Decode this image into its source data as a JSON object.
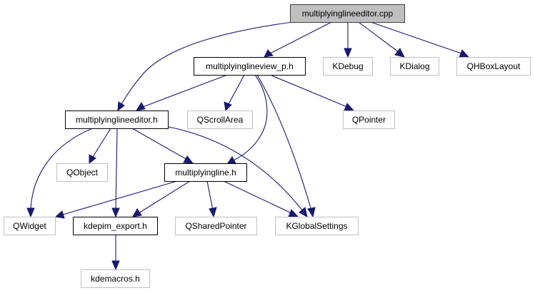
{
  "diagram": {
    "type": "include-dependency-graph",
    "colors": {
      "edge": "#191970",
      "root_fill": "#bfbfbf",
      "external_border": "#bfbfbf",
      "local_border": "#000000"
    },
    "nodes": {
      "root": {
        "label": "multiplyinglineeditor.cpp",
        "kind": "root"
      },
      "view_p": {
        "label": "multiplyinglineview_p.h",
        "kind": "local"
      },
      "kdebug": {
        "label": "KDebug",
        "kind": "external"
      },
      "kdialog": {
        "label": "KDialog",
        "kind": "external"
      },
      "qhbox": {
        "label": "QHBoxLayout",
        "kind": "external"
      },
      "editor_h": {
        "label": "multiplyinglineeditor.h",
        "kind": "local"
      },
      "qscroll": {
        "label": "QScrollArea",
        "kind": "external"
      },
      "qpointer": {
        "label": "QPointer",
        "kind": "external"
      },
      "qobject": {
        "label": "QObject",
        "kind": "external"
      },
      "line_h": {
        "label": "multiplyingline.h",
        "kind": "local"
      },
      "qwidget": {
        "label": "QWidget",
        "kind": "external"
      },
      "export_h": {
        "label": "kdepim_export.h",
        "kind": "local"
      },
      "qshared": {
        "label": "QSharedPointer",
        "kind": "external"
      },
      "kglobal": {
        "label": "KGlobalSettings",
        "kind": "external"
      },
      "kdemacros": {
        "label": "kdemacros.h",
        "kind": "external"
      }
    },
    "edges": [
      {
        "from": "root",
        "to": "editor_h"
      },
      {
        "from": "root",
        "to": "view_p"
      },
      {
        "from": "root",
        "to": "kdebug"
      },
      {
        "from": "root",
        "to": "kdialog"
      },
      {
        "from": "root",
        "to": "qhbox"
      },
      {
        "from": "view_p",
        "to": "editor_h"
      },
      {
        "from": "view_p",
        "to": "qscroll"
      },
      {
        "from": "view_p",
        "to": "line_h"
      },
      {
        "from": "view_p",
        "to": "kglobal"
      },
      {
        "from": "view_p",
        "to": "qpointer"
      },
      {
        "from": "editor_h",
        "to": "qwidget"
      },
      {
        "from": "editor_h",
        "to": "qobject"
      },
      {
        "from": "editor_h",
        "to": "export_h"
      },
      {
        "from": "editor_h",
        "to": "line_h"
      },
      {
        "from": "editor_h",
        "to": "kglobal"
      },
      {
        "from": "line_h",
        "to": "qwidget"
      },
      {
        "from": "line_h",
        "to": "export_h"
      },
      {
        "from": "line_h",
        "to": "qshared"
      },
      {
        "from": "line_h",
        "to": "kglobal"
      },
      {
        "from": "export_h",
        "to": "kdemacros"
      }
    ]
  }
}
